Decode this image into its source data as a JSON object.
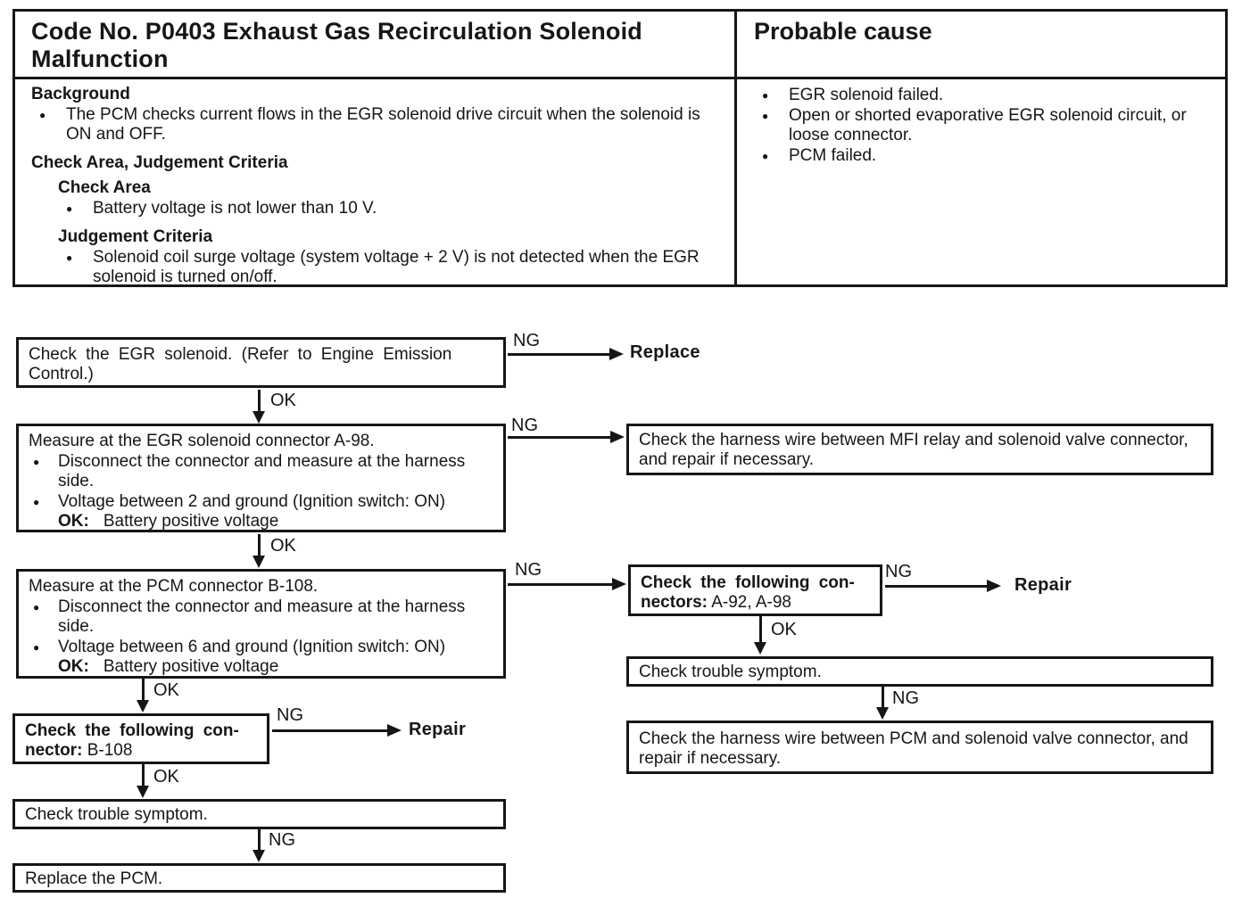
{
  "glyphs": {
    "bullet": "●"
  },
  "header_table": {
    "title": "Code No. P0403 Exhaust Gas Recirculation Solenoid Malfunction",
    "probable_cause_title": "Probable cause",
    "left": {
      "background_heading": "Background",
      "background_bullet": "The PCM checks current flows in the EGR solenoid drive circuit when the solenoid is ON and OFF.",
      "criteria_heading": "Check Area, Judgement Criteria",
      "check_area_heading": "Check Area",
      "check_area_bullet": "Battery voltage is not lower than 10 V.",
      "judgement_heading": "Judgement Criteria",
      "judgement_bullet": "Solenoid coil surge voltage (system voltage + 2 V) is not detected when the EGR solenoid is turned on/off."
    },
    "right": {
      "bullets": [
        "EGR solenoid failed.",
        "Open or shorted evaporative EGR solenoid circuit, or loose connector.",
        "PCM failed."
      ]
    }
  },
  "flow": {
    "labels": {
      "ok": "OK",
      "ng": "NG",
      "replace": "Replace",
      "repair": "Repair"
    },
    "box1": {
      "text": "Check the EGR solenoid. (Refer to Engine Emission Control.)"
    },
    "box2": {
      "title": "Measure at the EGR solenoid connector A-98.",
      "bullet1": "Disconnect the connector and measure at the harness side.",
      "bullet2": "Voltage between 2 and ground (Ignition switch: ON)",
      "ok_label": "OK:",
      "ok_value": "Battery positive voltage"
    },
    "box3": {
      "title": "Measure at the PCM connector B-108.",
      "bullet1": "Disconnect the connector and measure at the harness side.",
      "bullet2": "Voltage between 6 and ground (Ignition switch: ON)",
      "ok_label": "OK:",
      "ok_value": "Battery positive voltage"
    },
    "box4": {
      "line1_bold": "Check the following con-",
      "line2_bold": "nector:",
      "line2_normal": "B-108"
    },
    "box5": {
      "text": "Check trouble symptom."
    },
    "box6": {
      "text": "Replace the PCM."
    },
    "boxA": {
      "text": "Check the harness wire between MFI relay and solenoid valve connector, and repair if necessary."
    },
    "boxB": {
      "line1_bold": "Check the following con-",
      "line2_bold": "nectors:",
      "line2_normal": "A-92, A-98"
    },
    "boxC": {
      "text": "Check trouble symptom."
    },
    "boxD": {
      "text": "Check the harness wire between PCM and solenoid valve connector, and repair if necessary."
    }
  }
}
